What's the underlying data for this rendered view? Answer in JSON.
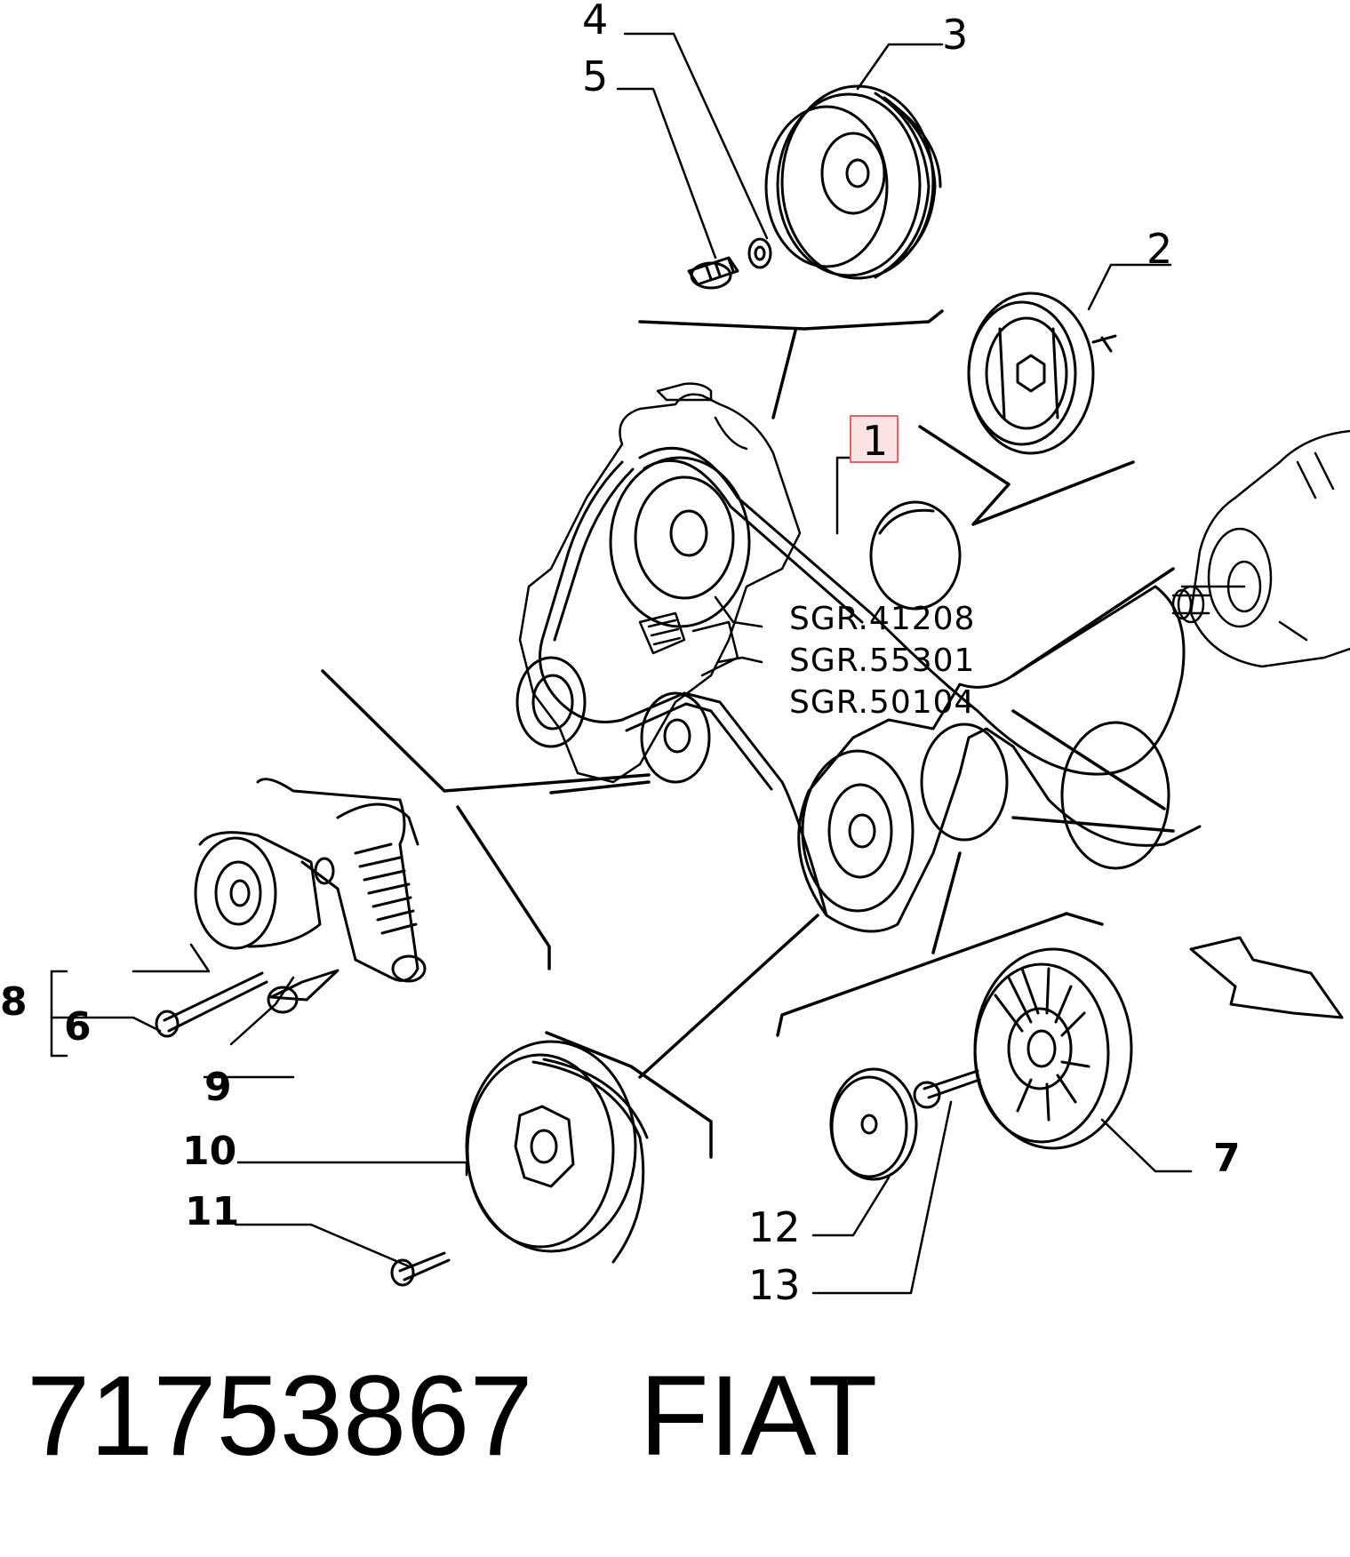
{
  "callouts": {
    "c1": "1",
    "c2": "2",
    "c3": "3",
    "c4": "4",
    "c5": "5",
    "c6": "6",
    "c7": "7",
    "c8": "8",
    "c9": "9",
    "c10": "10",
    "c11": "11",
    "c12": "12",
    "c13": "13"
  },
  "highlighted_callout": "1",
  "reference_codes": [
    "SGR.41208",
    "SGR.55301",
    "SGR.50104"
  ],
  "footer": {
    "part_number": "71753867",
    "brand": "FIAT"
  },
  "colors": {
    "highlight_border": "#e06666",
    "highlight_fill": "#fbe3e3",
    "line": "#000000"
  }
}
